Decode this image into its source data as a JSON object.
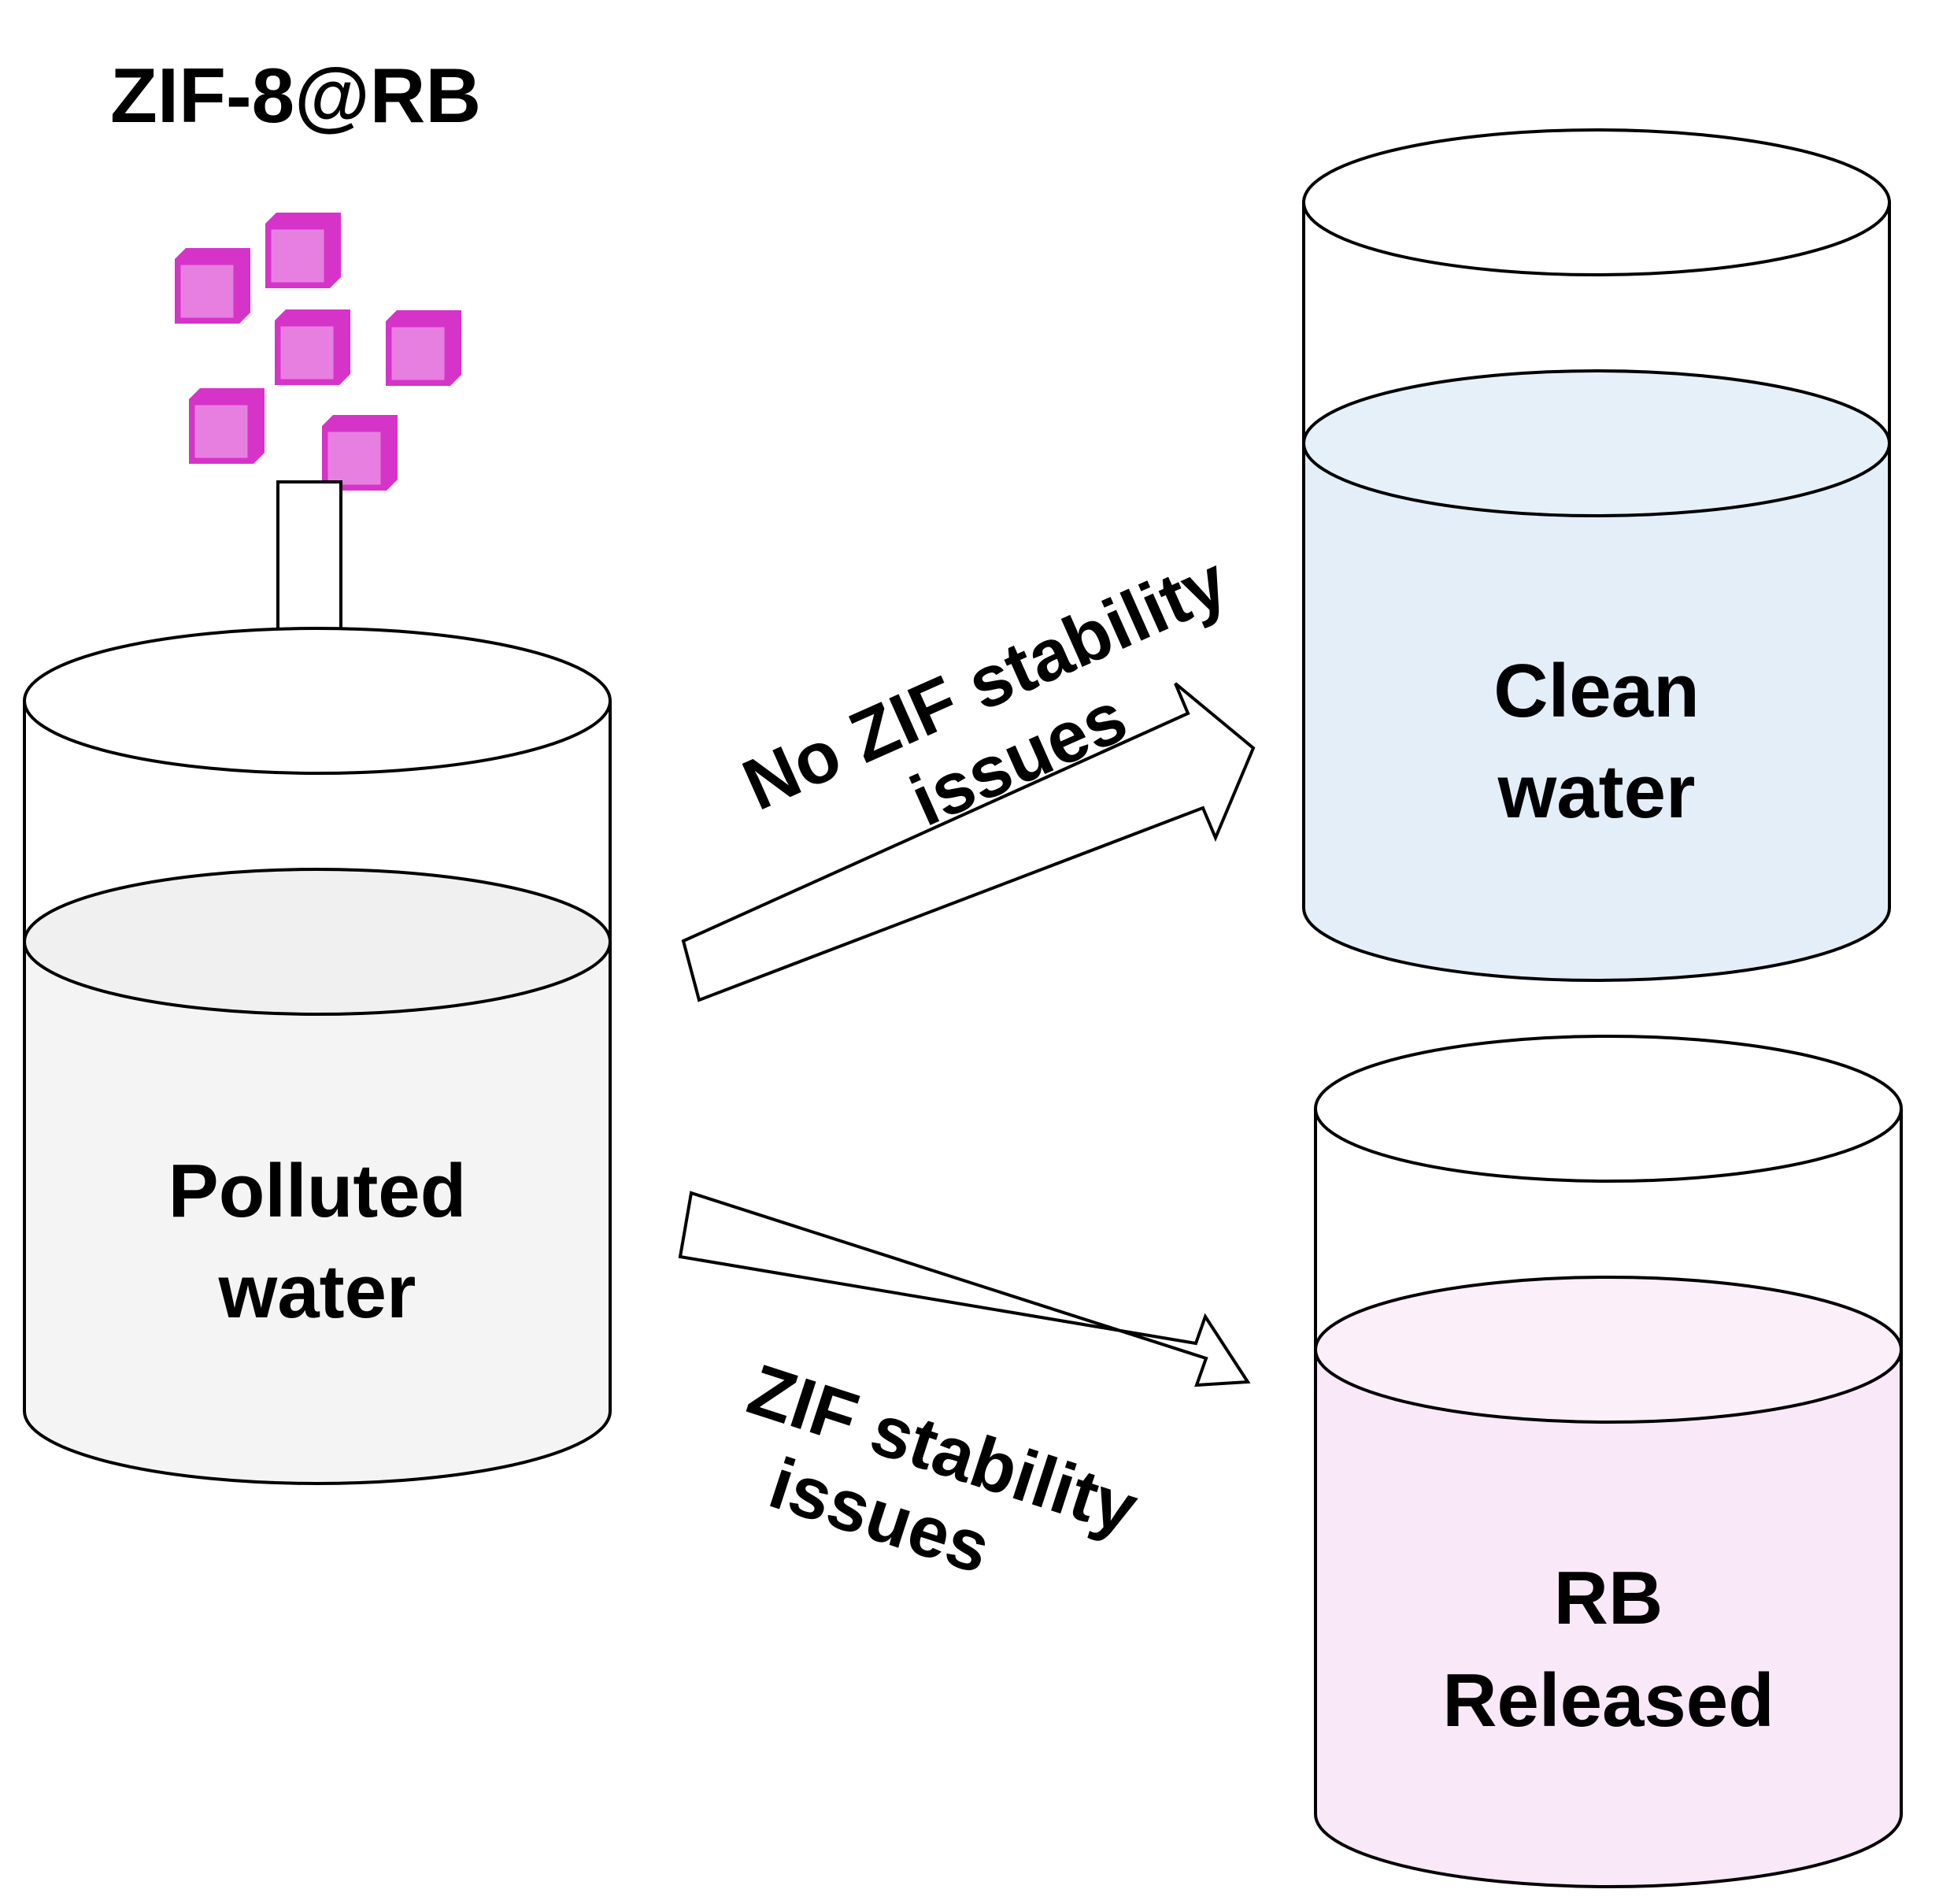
{
  "title": "ZIF-8@RB",
  "beakers": {
    "polluted": {
      "line1": "Polluted",
      "line2": "water",
      "liquid_color": "#f4f4f4",
      "liquid_top_color": "#f0f0f0"
    },
    "clean": {
      "line1": "Clean",
      "line2": "water",
      "liquid_color": "#e4eef8",
      "liquid_top_color": "#e6f0f9"
    },
    "released": {
      "line1": "RB",
      "line2": "Released",
      "liquid_color": "#f9e8f8",
      "liquid_top_color": "#fbeffa"
    }
  },
  "paths": {
    "stable": {
      "line1": "No ZIF stability",
      "line2": "issues"
    },
    "unstable": {
      "line1": "ZIF stability",
      "line2": "issues"
    }
  },
  "particle_color": "#d633c9",
  "particle_highlight": "#e77fe0"
}
